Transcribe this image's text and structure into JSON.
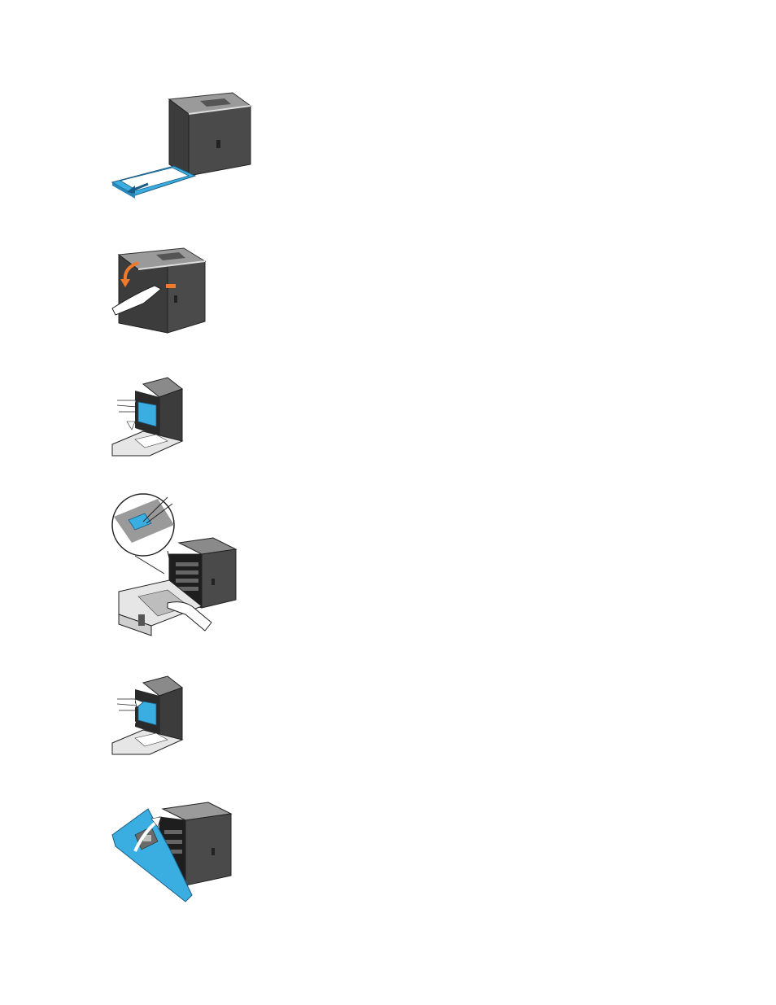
{
  "document": {
    "figures": [
      {
        "id": "fig-1",
        "depicts": "printer-tray-removal",
        "accent_color": "#3aaee0"
      },
      {
        "id": "fig-2",
        "depicts": "open-front-cover",
        "accent_color": "#f07a2a"
      },
      {
        "id": "fig-3",
        "depicts": "lift-transfer-belt",
        "accent_color": "#3aaee0"
      },
      {
        "id": "fig-4",
        "depicts": "clean-sensor-lever",
        "accent_color": "#3aaee0"
      },
      {
        "id": "fig-5",
        "depicts": "lower-transfer-belt",
        "accent_color": "#3aaee0"
      },
      {
        "id": "fig-6",
        "depicts": "close-front-cover",
        "accent_color": "#3aaee0"
      }
    ]
  }
}
